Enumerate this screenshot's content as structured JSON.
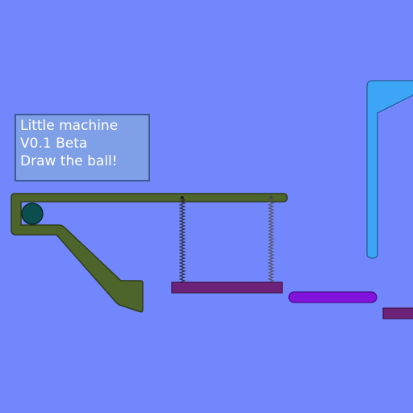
{
  "game": {
    "title": "Little machine",
    "version": "V0.1 Beta",
    "instruction": "Draw the ball!"
  },
  "colors": {
    "background": "#7387fd",
    "panel_fill": "#7f9fe6",
    "panel_border": "#3d5a96",
    "ramp": "#4d642b",
    "ball": "#0c4d4d",
    "platform": "#6e2277",
    "pill": "#8213dc",
    "funnel": "#3da5f5",
    "spring": "#333333"
  },
  "icons": {
    "ball": "ball-icon",
    "spring": "spring-icon"
  }
}
